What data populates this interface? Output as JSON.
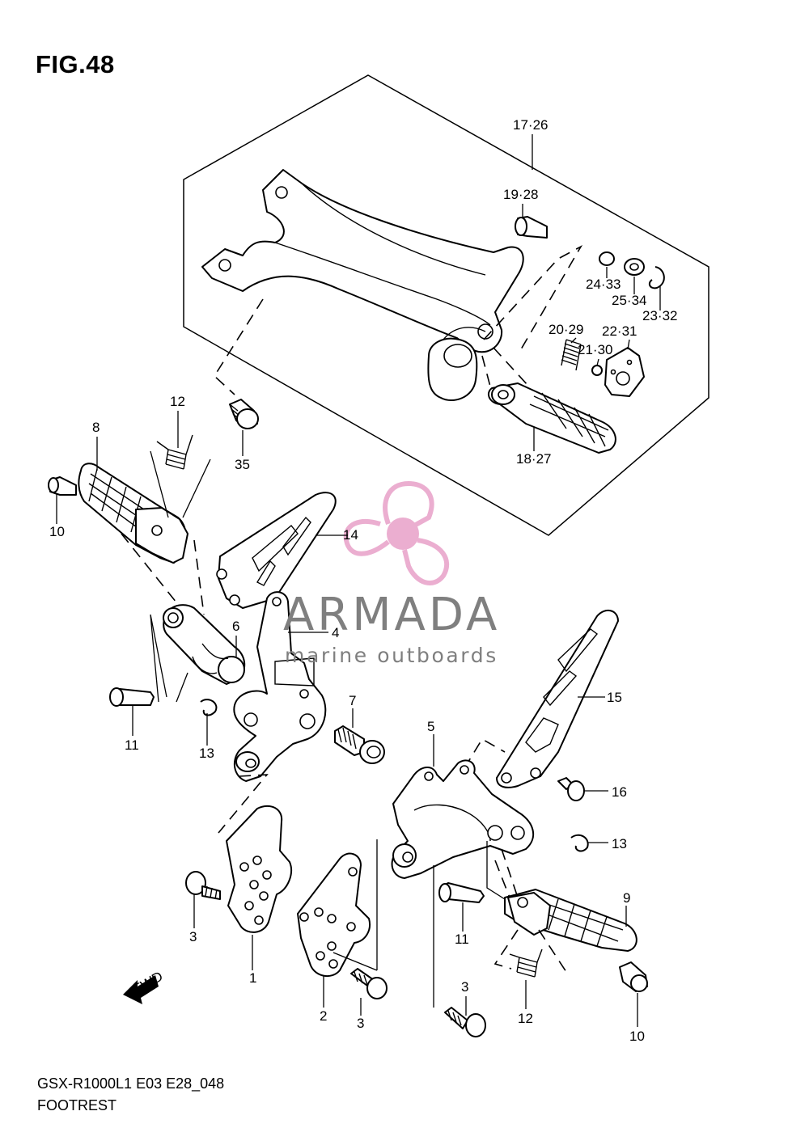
{
  "figure": {
    "title": "FIG.48"
  },
  "footer": {
    "model_code": "GSX-R1000L1 E03 E28_048",
    "section_name": "FOOTREST"
  },
  "watermark": {
    "brand": "ARMADA",
    "tagline": "marine outboards",
    "accent_color": "#e8a0c8",
    "text_color": "#7f7f7f",
    "logo": "propeller-logo"
  },
  "fwd_badge": {
    "label": "FWD",
    "icon": "forward-arrow-icon"
  },
  "labels": {
    "l17_26": "17·26",
    "l19_28": "19·28",
    "l24_33": "24·33",
    "l25_34": "25·34",
    "l23_32": "23·32",
    "l20_29": "20·29",
    "l22_31": "22·31",
    "l21_30": "21·30",
    "l18_27": "18·27",
    "l35": "35",
    "l12a": "12",
    "l8": "8",
    "l10a": "10",
    "l14": "14",
    "l6": "6",
    "l4": "4",
    "l11a": "11",
    "l13a": "13",
    "l7": "7",
    "l5": "5",
    "l15": "15",
    "l16": "16",
    "l13b": "13",
    "l9": "9",
    "l3a": "3",
    "l1": "1",
    "l2": "2",
    "l3b": "3",
    "l11b": "11",
    "l3c": "3",
    "l12b": "12",
    "l10b": "10"
  }
}
